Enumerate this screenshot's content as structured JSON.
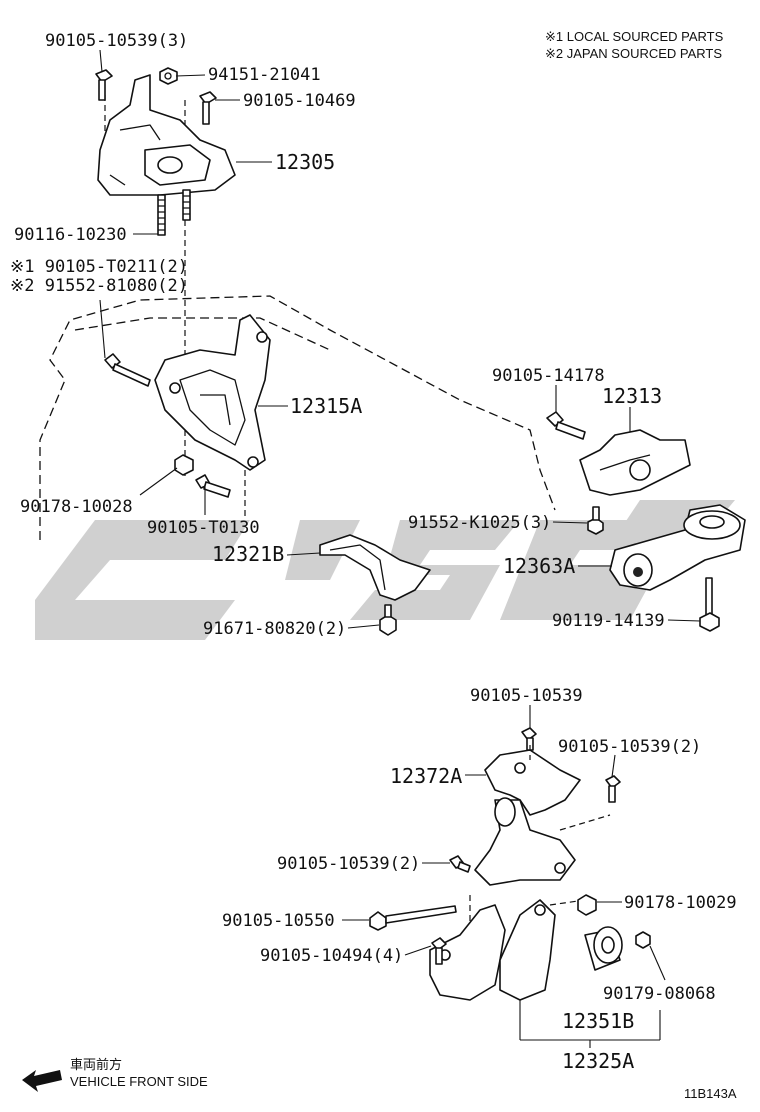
{
  "notes": {
    "local": "※1 LOCAL SOURCED PARTS",
    "japan": "※2 JAPAN SOURCED PARTS"
  },
  "labels": {
    "p90105_10539_3": "90105-10539(3)",
    "p94151_21041": "94151-21041",
    "p90105_10469": "90105-10469",
    "p12305": "12305",
    "p90116_10230": "90116-10230",
    "p90105_T0211": "※1 90105-T0211(2)",
    "p91552_81080": "※2 91552-81080(2)",
    "p12315A": "12315A",
    "p90178_10028": "90178-10028",
    "p90105_T0130": "90105-T0130",
    "p12321B": "12321B",
    "p91671_80820": "91671-80820(2)",
    "p90105_14178": "90105-14178",
    "p12313": "12313",
    "p91552_K1025": "91552-K1025(3)",
    "p12363A": "12363A",
    "p90119_14139": "90119-14139",
    "p90105_10539": "90105-10539",
    "p90105_10539_2a": "90105-10539(2)",
    "p12372A": "12372A",
    "p90105_10539_2b": "90105-10539(2)",
    "p90105_10550": "90105-10550",
    "p90178_10029": "90178-10029",
    "p90105_10494": "90105-10494(4)",
    "p90179_08068": "90179-08068",
    "p12351B": "12351B",
    "p12325A": "12325A"
  },
  "direction": {
    "jp": "車両前方",
    "en": "VEHICLE FRONT SIDE"
  },
  "diagram_code": "11B143A",
  "watermark": {
    "color": "#c8c8c8"
  }
}
